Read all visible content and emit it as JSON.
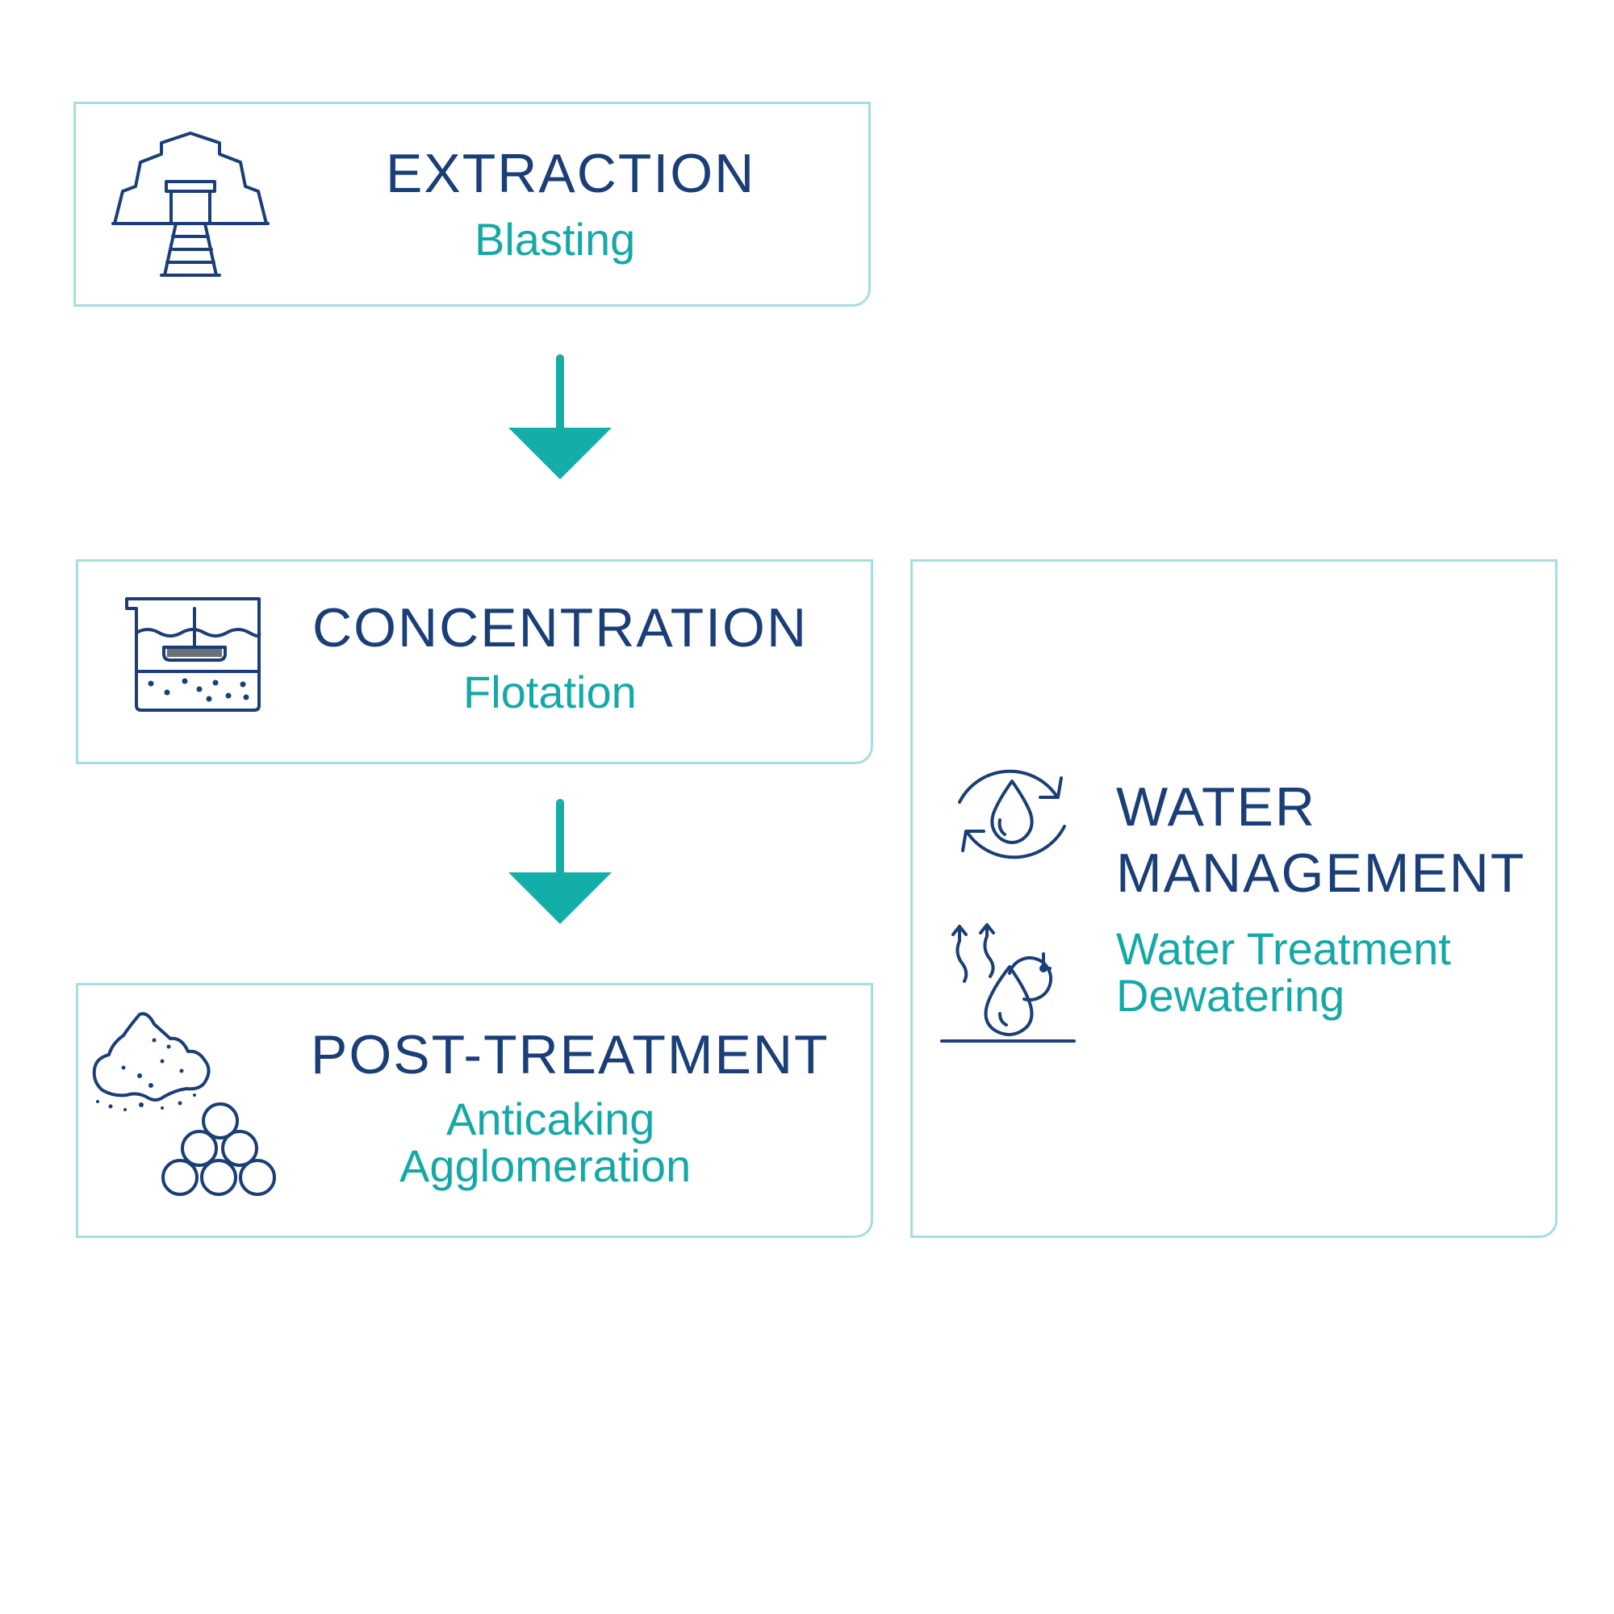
{
  "colors": {
    "title": "#1a3e77",
    "subtitle": "#14a9a6",
    "border": "#a6dede",
    "arrow": "#14aea8"
  },
  "steps": [
    {
      "title": "EXTRACTION",
      "subtitle": "Blasting",
      "icon": "mine-entrance-icon"
    },
    {
      "title": "CONCENTRATION",
      "subtitle": "Flotation",
      "icon": "flotation-tank-icon"
    },
    {
      "title": "POST-TREATMENT",
      "subtitle_lines": [
        "Anticaking",
        "Agglomeration"
      ],
      "icon": "powder-pellets-icon"
    }
  ],
  "water": {
    "title_lines": [
      "WATER",
      "MANAGEMENT"
    ],
    "subtitle_lines": [
      "Water Treatment",
      "Dewatering"
    ],
    "icons": [
      "water-cycle-icon",
      "dewatering-icon"
    ]
  }
}
